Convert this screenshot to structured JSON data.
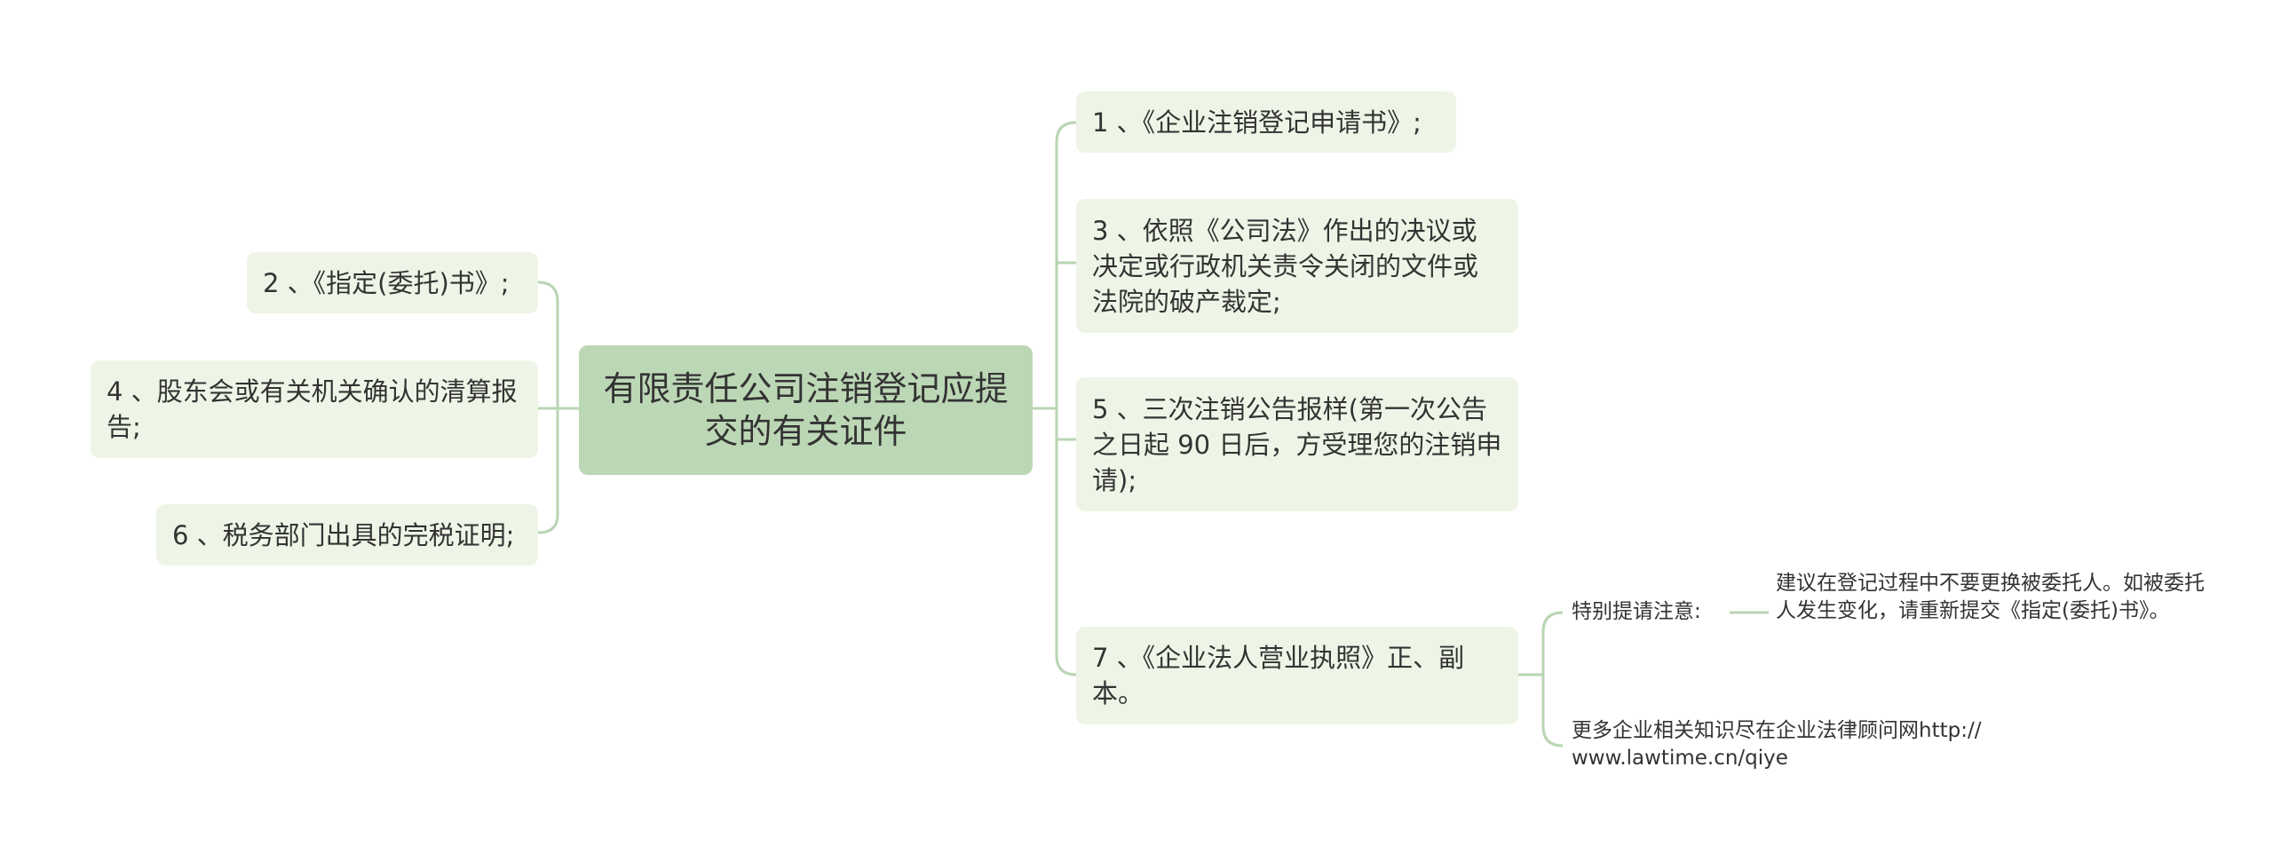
{
  "root": {
    "label": "有限责任公司注销登记应提交的有关证件"
  },
  "left_items": [
    {
      "label": "2 、《指定(委托)书》;"
    },
    {
      "label": "4 、股东会或有关机关确认的清算报告;"
    },
    {
      "label": "6 、税务部门出具的完税证明;"
    }
  ],
  "right_items": [
    {
      "label": "1 、《企业注销登记申请书》;"
    },
    {
      "label": "3 、依照《公司法》作出的决议或决定或行政机关责令关闭的文件或法院的破产裁定;"
    },
    {
      "label": "5 、三次注销公告报样(第一次公告之日起 90 日后，方受理您的注销申请);"
    },
    {
      "label": "7 、《企业法人营业执照》正、副本。"
    }
  ],
  "item7_children": {
    "notice_label": "特别提请注意:",
    "notice_detail": "建议在登记过程中不要更换被委托人。如被委托人发生变化，请重新提交《指定(委托)书》。",
    "more_info": "更多企业相关知识尽在企业法律顾问网http://www.lawtime.cn/qiye"
  },
  "colors": {
    "root_bg": "#bcd7b5",
    "node_bg": "#eef5e6",
    "connector": "#b9d5b3",
    "text": "#333333"
  }
}
